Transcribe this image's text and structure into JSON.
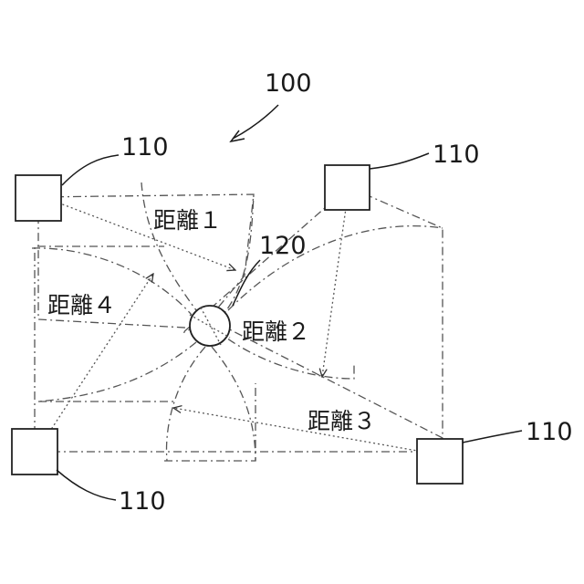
{
  "figure": {
    "system_label": "100",
    "anchor_label": "110",
    "tag_label": "120",
    "distances": [
      "距離１",
      "距離２",
      "距離３",
      "距離４"
    ]
  }
}
